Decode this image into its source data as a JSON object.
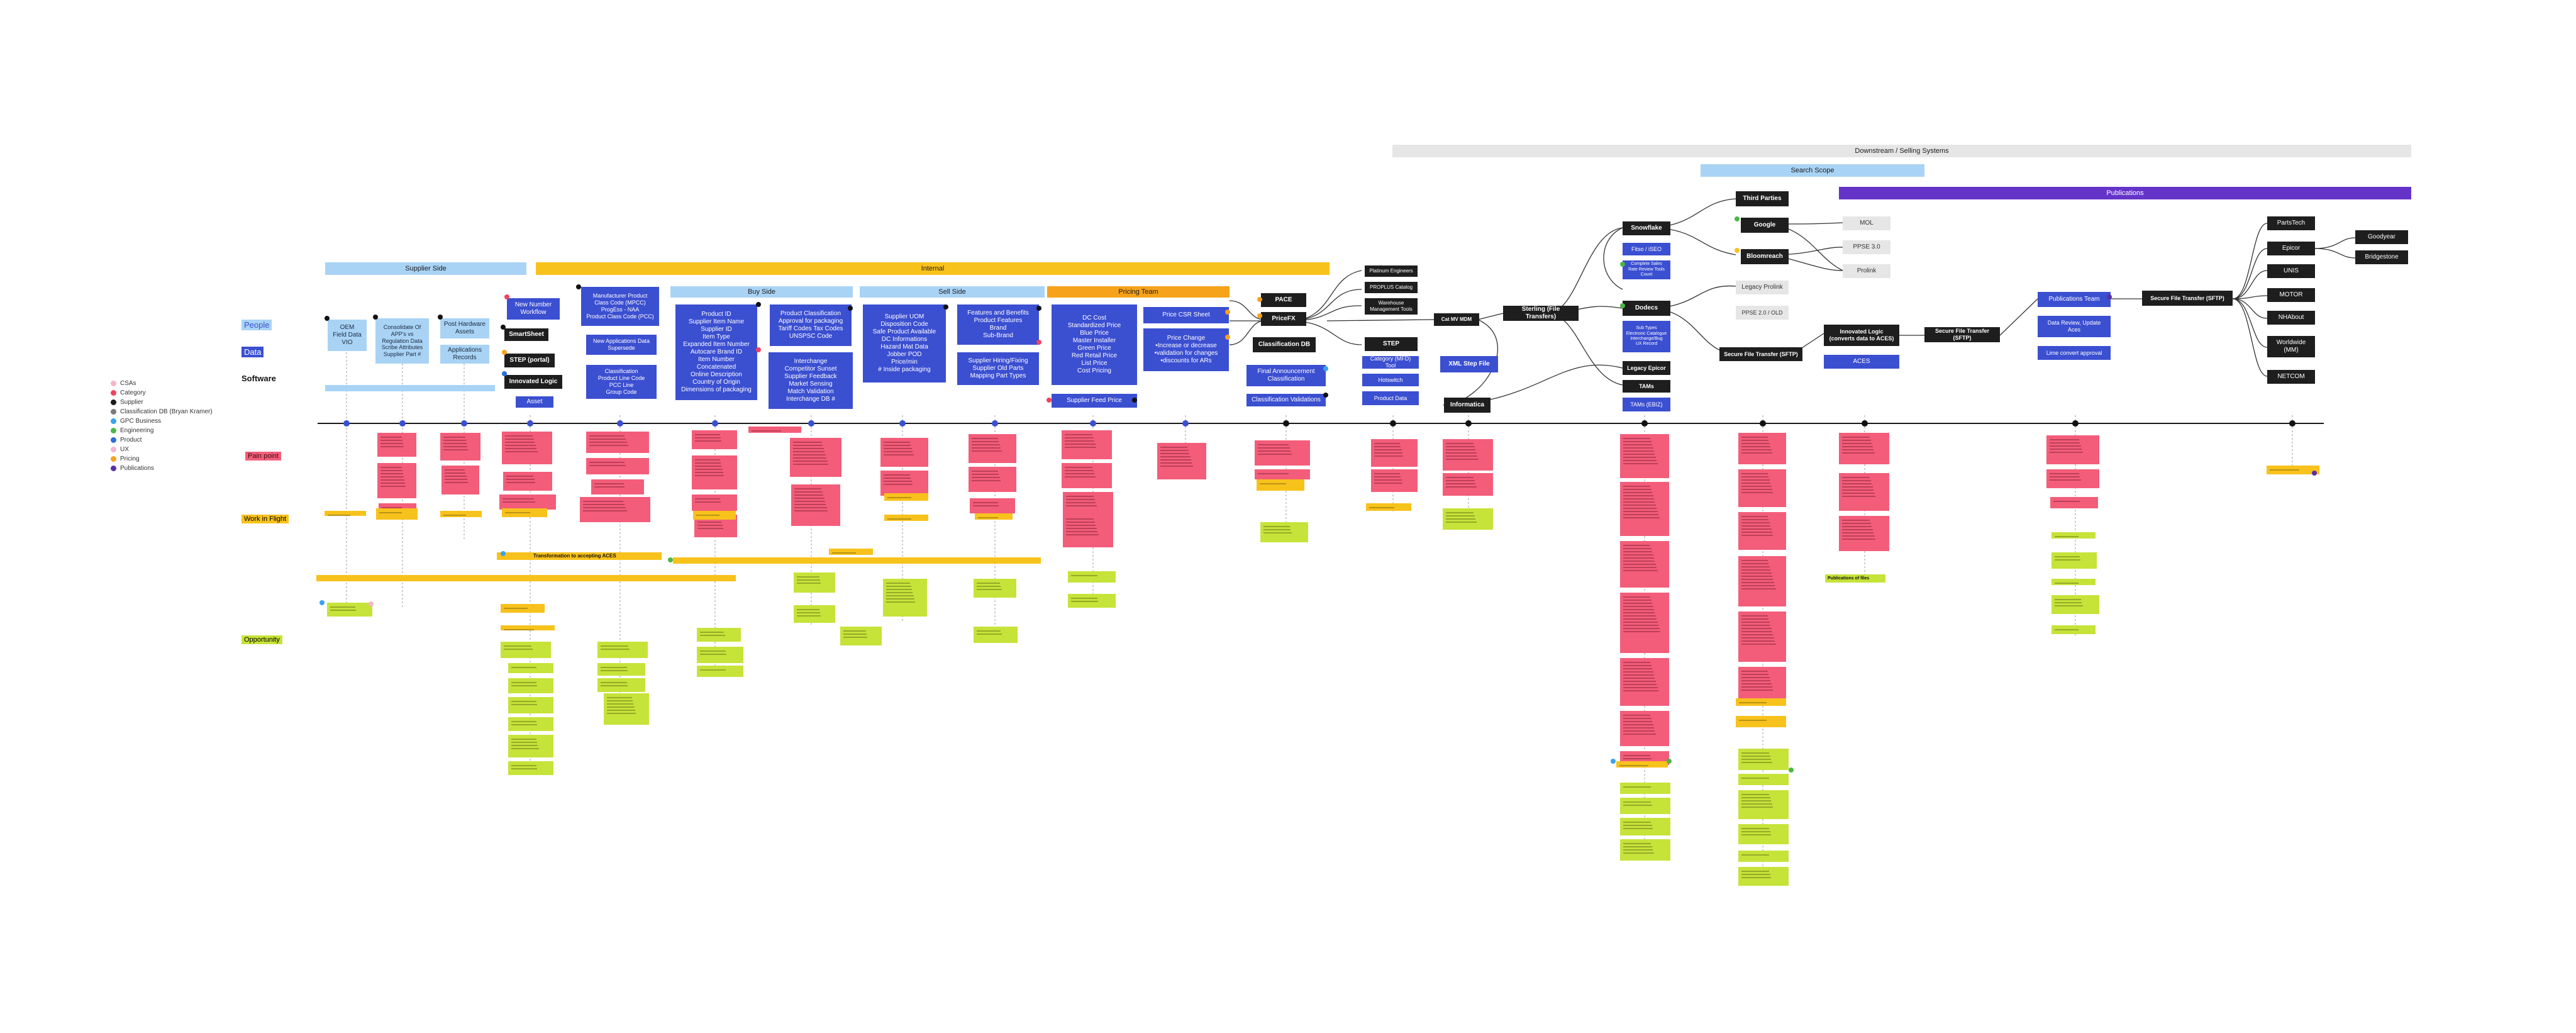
{
  "colors": {
    "blue": "#3b4fd1",
    "light_blue": "#a9d3f5",
    "yellow": "#f8c21c",
    "orange": "#f7a21b",
    "grey": "#e6e6e6",
    "purple": "#6434c9",
    "black": "#1e1e1e",
    "pink": "#f35d7a",
    "green": "#c6e339"
  },
  "legend": [
    {
      "label": "CSAs",
      "color": "#f5b6c6"
    },
    {
      "label": "Category",
      "color": "#f0425e"
    },
    {
      "label": "Supplier",
      "color": "#1b1b1b"
    },
    {
      "label": "Classification DB (Bryan Kramer)",
      "color": "#7a7a7a"
    },
    {
      "label": "GPC Business",
      "color": "#3aa2f0"
    },
    {
      "label": "Engineering",
      "color": "#4cb847"
    },
    {
      "label": "Product",
      "color": "#2a6fd8"
    },
    {
      "label": "UX",
      "color": "#f6b4d6"
    },
    {
      "label": "Pricing",
      "color": "#f7a21b"
    },
    {
      "label": "Publications",
      "color": "#5a2ea6"
    }
  ],
  "row_labels": {
    "people": "People",
    "data": "Data",
    "software": "Software",
    "pain_point": "Pain point",
    "work_in_flight": "Work in Flight",
    "opportunity": "Opportunity"
  },
  "bands": {
    "downstream": "Downstream / Selling Systems",
    "search_scope": "Search Scope",
    "publications": "Publications",
    "supplier_side": "Supplier Side",
    "internal": "Internal",
    "buy_side": "Buy Side",
    "sell_side": "Sell Side",
    "pricing_team": "Pricing Team"
  },
  "nodes": {
    "oem_field": "OEM\nField Data\nVIO",
    "consolidate": "Consolidate Of\nAPP’s vs\nRegulation Data\nScribe Attributes\nSupplier Part #",
    "post_hardware": "Post Hardware\nAssets",
    "applications_records": "Applications\nRecords",
    "new_number": "New Number\nWorkflow",
    "smartsheet": "SmartSheet",
    "step_portal": "STEP (portal)",
    "innovated_logic": "Innovated Logic",
    "asset": "Asset",
    "manufacturer_product": "Manufacturer Product\nClass Code (MPCC)\nProgEss - NAA\nProduct Class Code (PCC)",
    "new_applications": "New Applications Data\nSupersede",
    "classification": "Classification\nProduct Line Code\nPCC Line\nGroup Code",
    "product_id": "Product ID\nSupplier Item Name\nSupplier ID\nItem Type\nExpanded Item Number\nAutocare Brand ID\nItem Number Concatenated\nOnline Description\nCountry of Origin\nDimensions of packaging",
    "product_classification": "Product Classification\nApproval for packaging\nTariff Codes Tax Codes\nUNSPSC Code",
    "interchange": "Interchange\nCompetitor Sunset\nSupplier Feedback\nMarket Sensing\nMatch Validation\nInterchange DB #",
    "supplier_uom": "Supplier UOM\nDisposition Code\nSafe Product Available\nDC Informations\nHazard Mat Data\nJobber POD\nPrice/min\n# Inside packaging",
    "features_benefits": "Features and Benefits\nProduct Features\nBrand\nSub-Brand",
    "supplier_hiring": "Supplier Hiring/Fixing\nSupplier Old Parts\nMapping Part Types",
    "dc_cost": "DC Cost\nStandardized Price\nBlue Price\nMaster Installer\nGreen Price\nRed Retail Price\nList Price\nCost Pricing",
    "supplier_feed_price": "Supplier Feed Price",
    "price_csr_sheet": "Price CSR Sheet",
    "price_change": "Price Change\n•Increase or decrease\n•validation for changes\n•discounts for ARs",
    "pace": "PACE",
    "priceFX": "PriceFX",
    "classification_db": "Classification DB",
    "final_announcement": "Final Announcement\nClassification",
    "classification_validations": "Classification Validations",
    "platinum_engineers": "Platinum Engineers",
    "product_catalog": "PROPLUS Catalog",
    "warehouse": "Warehouse\nManagement Tools",
    "step": "STEP",
    "category_mgmt": "Category (MFD) Tool",
    "hotswitch": "Hotswitch",
    "product_data": "Product Data",
    "xml_step_file": "XML Step File",
    "informatica": "Informatica",
    "cat_mv_mdm": "Cat MV MDM",
    "sterling": "Sterling (File Transfers)",
    "snowflake": "Snowflake",
    "fitso_iseo": "Fitso / iSEO",
    "complete_sales": "Complete Sales\nRate Review Tools\nCount",
    "dodecs": "Dodecs",
    "sub_types": "Sub Types\nElectronic Catalogue\nInterchange/Bug\nUX Record",
    "legacy_epicor": "Legacy Epicor",
    "tams": "TAMs",
    "tams_ebiz": "TAMs (EBIZ)",
    "third_parties": "Third Parties",
    "google": "Google",
    "bloomreach": "Bloomreach",
    "legacy_prolink": "Legacy Prolink",
    "prolink_20": "PPSE 2.0 / OLD",
    "secure_sftp_1": "Secure File Transfer (SFTP)",
    "mol": "MOL",
    "ppse_30": "PPSE 3.0",
    "prolink": "Prolink",
    "innovated_logic_converts": "Innovated Logic\n(converts data to ACES)",
    "aces": "ACES",
    "secure_sftp_2": "Secure File Transfer (SFTP)",
    "publications_team": "Publications Team",
    "data_review": "Data Review, Update\nAces",
    "lime_convert": "Lime convert approval",
    "secure_sftp_3": "Secure File Transfer (SFTP)",
    "partstech": "PartsTech",
    "epicor": "Epicor",
    "unis": "UNIS",
    "motor": "MOTOR",
    "nhabout": "NHAbout",
    "worldwide": "Worldwide\n(MM)",
    "netcom": "NETCOM",
    "goodyear": "Goodyear",
    "bridgestone": "Bridgestone"
  },
  "stickies": {
    "transformation": "Transformation to accepting ACES",
    "publications_of_files": "Publications of files"
  }
}
